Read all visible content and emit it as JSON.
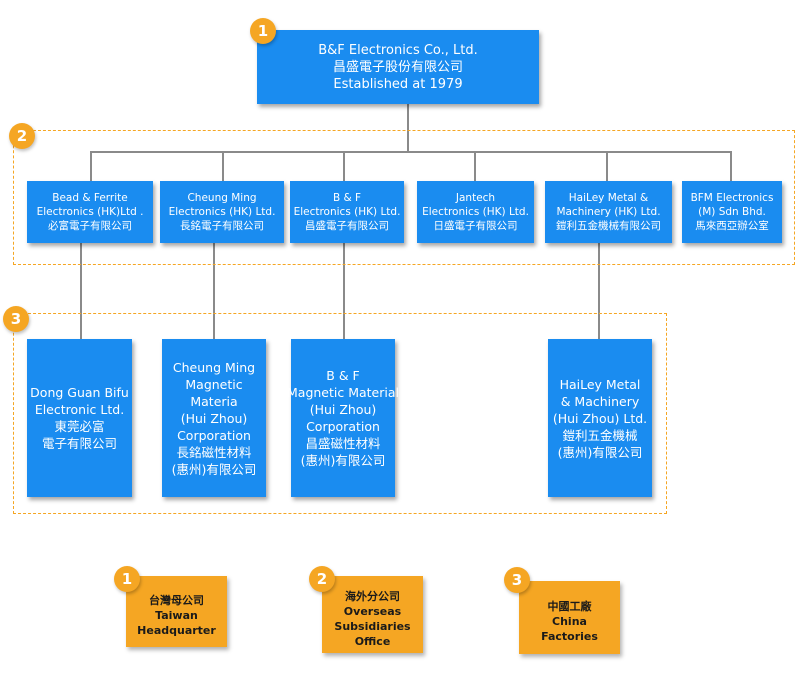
{
  "headquarter": {
    "badge": "1",
    "lines": [
      "B&F Electronics Co., Ltd.",
      "昌盛電子股份有限公司",
      "Established at 1979"
    ]
  },
  "subsidiaries": {
    "badge": "2",
    "items": [
      {
        "lines": [
          "Bead & Ferrite",
          "Electronics (HK)Ltd .",
          "必富電子有限公司"
        ]
      },
      {
        "lines": [
          "Cheung Ming",
          "Electronics (HK) Ltd.",
          "長銘電子有限公司"
        ]
      },
      {
        "lines": [
          "B & F",
          "Electronics (HK) Ltd.",
          "昌盛電子有限公司"
        ]
      },
      {
        "lines": [
          "Jantech",
          "Electronics (HK) Ltd.",
          "日盛電子有限公司"
        ]
      },
      {
        "lines": [
          "HaiLey Metal &",
          "Machinery (HK) Ltd.",
          "鎧利五金機械有限公司"
        ]
      },
      {
        "lines": [
          "BFM Electronics",
          "(M) Sdn Bhd.",
          "馬來西亞辦公室"
        ]
      }
    ]
  },
  "factories": {
    "badge": "3",
    "items": [
      {
        "lines": [
          "Dong Guan Bifu",
          "Electronic Ltd.",
          "東莞必富",
          "電子有限公司"
        ]
      },
      {
        "lines": [
          "Cheung Ming",
          "Magnetic",
          "Materia",
          "(Hui Zhou)",
          "Corporation",
          "長銘磁性材料",
          "(惠州)有限公司"
        ]
      },
      {
        "lines": [
          "B & F",
          "Magnetic Material",
          "(Hui Zhou)",
          "Corporation",
          "昌盛磁性材料",
          "(惠州)有限公司"
        ]
      },
      {
        "lines": [
          "HaiLey Metal",
          "& Machinery",
          "(Hui Zhou) Ltd.",
          "鎧利五金機械",
          "(惠州)有限公司"
        ]
      }
    ]
  },
  "legend": [
    {
      "badge": "1",
      "lines": [
        "台灣母公司",
        "Taiwan",
        "Headquarter"
      ]
    },
    {
      "badge": "2",
      "lines": [
        "海外分公司",
        "Overseas",
        "Subsidiaries",
        "Office"
      ]
    },
    {
      "badge": "3",
      "lines": [
        "中國工廠",
        "China",
        "Factories"
      ]
    }
  ]
}
